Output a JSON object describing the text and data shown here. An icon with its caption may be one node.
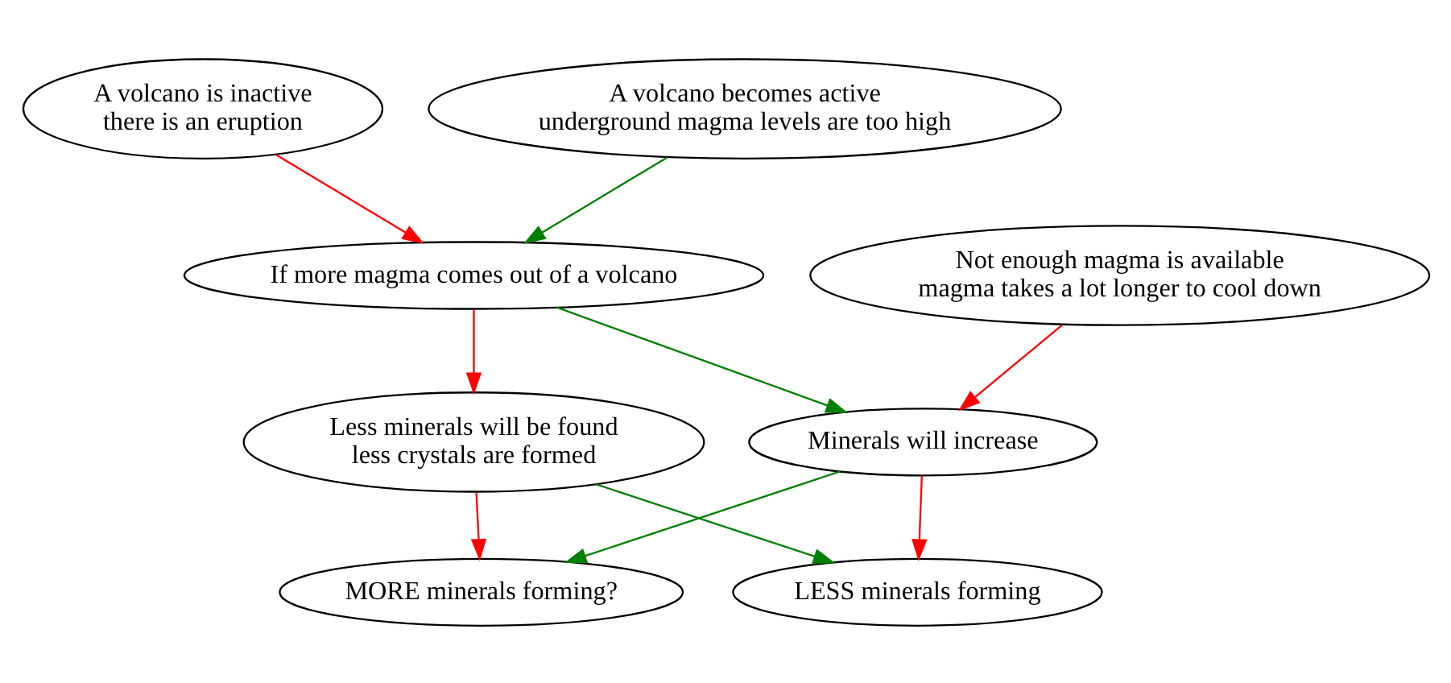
{
  "diagram": {
    "nodes": [
      {
        "text": [
          "A volcano is inactive",
          "there is an eruption"
        ]
      },
      {
        "text": [
          "A volcano becomes active",
          "underground magma levels are too high"
        ]
      },
      {
        "text": [
          "If more magma comes out of a volcano"
        ]
      },
      {
        "text": [
          "Not enough magma is available",
          "magma takes a lot longer to cool down"
        ]
      },
      {
        "text": [
          "Less minerals will be found",
          "less crystals are formed"
        ]
      },
      {
        "text": [
          "Minerals will increase"
        ]
      },
      {
        "text": [
          "MORE minerals forming?"
        ]
      },
      {
        "text": [
          "LESS minerals forming"
        ]
      }
    ],
    "edges": [
      {
        "from": 0,
        "to": 2,
        "arrow": "to"
      },
      {
        "from": 1,
        "to": 2,
        "arrow": "to",
        "color": "#008000"
      },
      {
        "from": 2,
        "to": 4,
        "arrow": "to"
      },
      {
        "from": 2,
        "to": 5,
        "arrow": "to",
        "color": "#008000"
      },
      {
        "from": 3,
        "to": 5,
        "arrow": "to"
      },
      {
        "from": 4,
        "to": 6,
        "arrow": "to"
      },
      {
        "from": 4,
        "to": 7,
        "arrow": "to",
        "color": "#008000"
      },
      {
        "from": 5,
        "to": 6,
        "arrow": "to",
        "color": "#008000"
      },
      {
        "from": 5,
        "to": 7,
        "arrow": "to"
      }
    ]
  }
}
